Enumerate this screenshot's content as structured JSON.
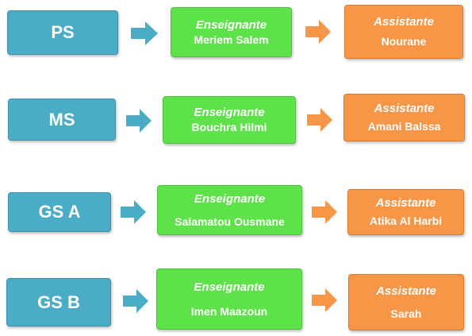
{
  "rows": [
    {
      "grade": "PS",
      "teacher": {
        "role": "Enseignante",
        "name": "Meriem Salem"
      },
      "assistant": {
        "role": "Assistante",
        "name": "Nourane"
      }
    },
    {
      "grade": "MS",
      "teacher": {
        "role": "Enseignante",
        "name": "Bouchra Hilmi"
      },
      "assistant": {
        "role": "Assistante",
        "name": "Amani Balssa"
      }
    },
    {
      "grade": "GS A",
      "teacher": {
        "role": "Enseignante",
        "name": "Salamatou Ousmane"
      },
      "assistant": {
        "role": "Assistante",
        "name": "Atika Al Harbi"
      }
    },
    {
      "grade": "GS B",
      "teacher": {
        "role": "Enseignante",
        "name": "Imen Maazoun"
      },
      "assistant": {
        "role": "Assistante",
        "name": "Sarah"
      }
    }
  ],
  "colors": {
    "grade_box": "#4bacc6",
    "teacher_box": "#5ee24a",
    "assistant_box": "#f79646"
  }
}
